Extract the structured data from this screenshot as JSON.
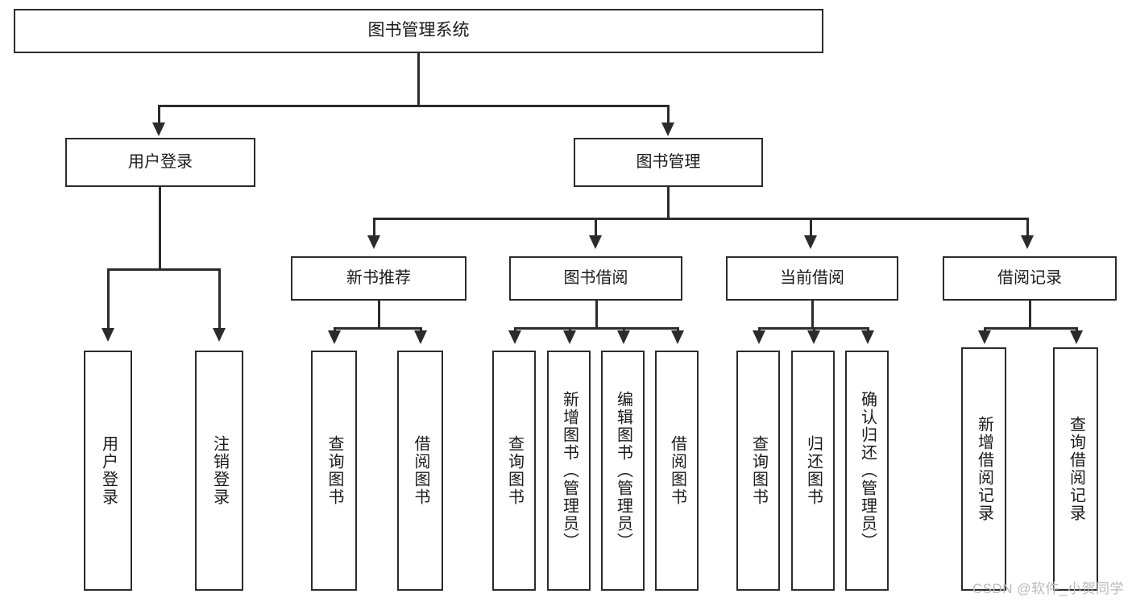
{
  "diagram": {
    "title": "图书管理系统",
    "watermark": "CSDN @软件_小贺同学",
    "type": "tree-hierarchy-diagram",
    "colors": {
      "box_border": "#2b2b2b",
      "box_fill": "#ffffff",
      "connector": "#2b2b2b",
      "text": "#1a1a1a",
      "watermark": "#b9b9b9",
      "background": "#ffffff"
    },
    "root": {
      "label": "图书管理系统"
    },
    "branches": [
      {
        "label": "用户登录",
        "children": [
          {
            "label": "用户登录"
          },
          {
            "label": "注销登录"
          }
        ]
      },
      {
        "label": "图书管理",
        "children": [
          {
            "label": "新书推荐",
            "children": [
              {
                "label": "查询图书"
              },
              {
                "label": "借阅图书"
              }
            ]
          },
          {
            "label": "图书借阅",
            "children": [
              {
                "label": "查询图书"
              },
              {
                "label": "新增图书（管理员）"
              },
              {
                "label": "编辑图书（管理员）"
              },
              {
                "label": "借阅图书"
              }
            ]
          },
          {
            "label": "当前借阅",
            "children": [
              {
                "label": "查询图书"
              },
              {
                "label": "归还图书"
              },
              {
                "label": "确认归还（管理员）"
              }
            ]
          },
          {
            "label": "借阅记录",
            "children": [
              {
                "label": "新增借阅记录"
              },
              {
                "label": "查询借阅记录"
              }
            ]
          }
        ]
      }
    ]
  }
}
